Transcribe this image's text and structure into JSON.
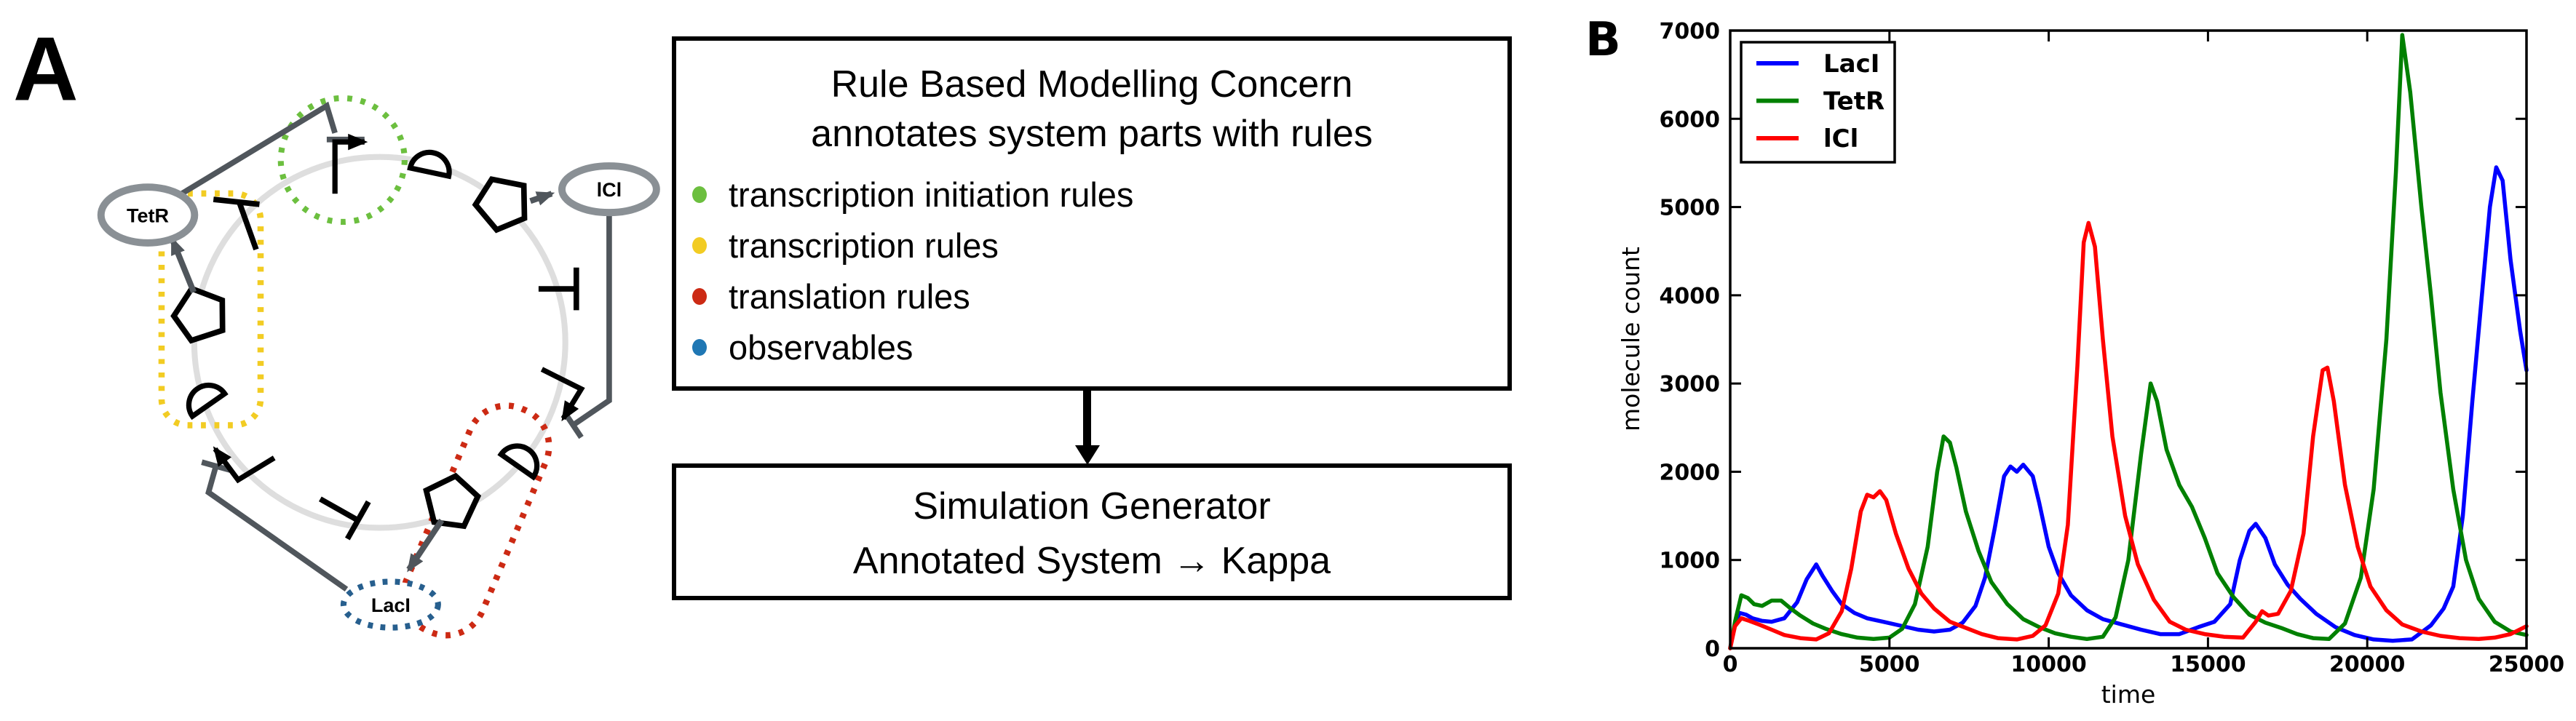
{
  "panelA": {
    "label": "A",
    "nodes": {
      "tetr": "TetR",
      "lcl": "lCl",
      "laci": "LacI"
    },
    "colors": {
      "transcription_initiation": "#6cbf3f",
      "transcription": "#f2cc23",
      "translation": "#cc2a14",
      "observable": "#275f8e"
    }
  },
  "concern_box": {
    "title_line1": "Rule Based Modelling Concern",
    "title_line2": "annotates system parts with rules",
    "bullets": [
      {
        "label": "transcription initiation rules",
        "color": "#6cbf3f"
      },
      {
        "label": "transcription rules",
        "color": "#f2cc23"
      },
      {
        "label": "translation rules",
        "color": "#cc2a14"
      },
      {
        "label": "observables",
        "color": "#1f77b4"
      }
    ]
  },
  "generator_box": {
    "line1": "Simulation Generator",
    "line2": "Annotated System → Kappa"
  },
  "panelB": {
    "label": "B"
  },
  "chart_data": {
    "type": "line",
    "title": "",
    "xlabel": "time",
    "ylabel": "molecule count",
    "xlim": [
      0,
      25000
    ],
    "ylim": [
      0,
      7000
    ],
    "xticks": [
      0,
      5000,
      10000,
      15000,
      20000,
      25000
    ],
    "yticks": [
      0,
      1000,
      2000,
      3000,
      4000,
      5000,
      6000,
      7000
    ],
    "grid": false,
    "legend_position": "upper left",
    "series": [
      {
        "name": "LacI",
        "color": "#0000ff",
        "points": [
          [
            0,
            0
          ],
          [
            150,
            280
          ],
          [
            300,
            400
          ],
          [
            500,
            380
          ],
          [
            700,
            340
          ],
          [
            1000,
            310
          ],
          [
            1300,
            300
          ],
          [
            1700,
            340
          ],
          [
            2100,
            520
          ],
          [
            2400,
            780
          ],
          [
            2700,
            950
          ],
          [
            2900,
            820
          ],
          [
            3200,
            650
          ],
          [
            3500,
            500
          ],
          [
            3900,
            400
          ],
          [
            4300,
            340
          ],
          [
            4800,
            300
          ],
          [
            5300,
            260
          ],
          [
            5900,
            210
          ],
          [
            6400,
            190
          ],
          [
            6900,
            210
          ],
          [
            7300,
            290
          ],
          [
            7700,
            480
          ],
          [
            8000,
            800
          ],
          [
            8300,
            1350
          ],
          [
            8600,
            1950
          ],
          [
            8800,
            2060
          ],
          [
            9000,
            2000
          ],
          [
            9200,
            2080
          ],
          [
            9500,
            1950
          ],
          [
            9700,
            1650
          ],
          [
            10000,
            1150
          ],
          [
            10300,
            850
          ],
          [
            10700,
            600
          ],
          [
            11200,
            430
          ],
          [
            11700,
            330
          ],
          [
            12300,
            270
          ],
          [
            12900,
            210
          ],
          [
            13500,
            160
          ],
          [
            14100,
            160
          ],
          [
            14700,
            240
          ],
          [
            15200,
            300
          ],
          [
            15700,
            500
          ],
          [
            16000,
            1000
          ],
          [
            16300,
            1330
          ],
          [
            16500,
            1410
          ],
          [
            16800,
            1250
          ],
          [
            17100,
            950
          ],
          [
            17500,
            720
          ],
          [
            17900,
            560
          ],
          [
            18400,
            390
          ],
          [
            19000,
            240
          ],
          [
            19600,
            150
          ],
          [
            20200,
            100
          ],
          [
            20800,
            85
          ],
          [
            21400,
            100
          ],
          [
            22000,
            260
          ],
          [
            22400,
            450
          ],
          [
            22700,
            700
          ],
          [
            23000,
            1500
          ],
          [
            23300,
            2800
          ],
          [
            23600,
            4000
          ],
          [
            23850,
            5000
          ],
          [
            24050,
            5450
          ],
          [
            24250,
            5300
          ],
          [
            24500,
            4400
          ],
          [
            24800,
            3600
          ],
          [
            25000,
            3150
          ]
        ]
      },
      {
        "name": "TetR",
        "color": "#008000",
        "points": [
          [
            0,
            0
          ],
          [
            150,
            300
          ],
          [
            350,
            600
          ],
          [
            550,
            570
          ],
          [
            750,
            500
          ],
          [
            1000,
            480
          ],
          [
            1300,
            540
          ],
          [
            1600,
            540
          ],
          [
            1900,
            450
          ],
          [
            2200,
            370
          ],
          [
            2600,
            280
          ],
          [
            3000,
            220
          ],
          [
            3500,
            160
          ],
          [
            4000,
            120
          ],
          [
            4500,
            105
          ],
          [
            5000,
            120
          ],
          [
            5400,
            220
          ],
          [
            5800,
            500
          ],
          [
            6200,
            1150
          ],
          [
            6500,
            2000
          ],
          [
            6700,
            2400
          ],
          [
            6900,
            2330
          ],
          [
            7100,
            2050
          ],
          [
            7400,
            1550
          ],
          [
            7800,
            1100
          ],
          [
            8200,
            750
          ],
          [
            8700,
            500
          ],
          [
            9200,
            330
          ],
          [
            9700,
            240
          ],
          [
            10200,
            170
          ],
          [
            10700,
            130
          ],
          [
            11200,
            105
          ],
          [
            11700,
            130
          ],
          [
            12100,
            350
          ],
          [
            12500,
            1000
          ],
          [
            12900,
            2200
          ],
          [
            13200,
            3000
          ],
          [
            13400,
            2800
          ],
          [
            13700,
            2250
          ],
          [
            14100,
            1850
          ],
          [
            14500,
            1600
          ],
          [
            14900,
            1250
          ],
          [
            15300,
            850
          ],
          [
            15800,
            580
          ],
          [
            16300,
            380
          ],
          [
            16800,
            290
          ],
          [
            17300,
            230
          ],
          [
            17800,
            160
          ],
          [
            18300,
            115
          ],
          [
            18800,
            105
          ],
          [
            19300,
            280
          ],
          [
            19800,
            800
          ],
          [
            20200,
            1800
          ],
          [
            20600,
            3500
          ],
          [
            20900,
            5400
          ],
          [
            21100,
            6950
          ],
          [
            21350,
            6300
          ],
          [
            21700,
            5000
          ],
          [
            22000,
            4000
          ],
          [
            22300,
            2900
          ],
          [
            22700,
            1800
          ],
          [
            23100,
            1000
          ],
          [
            23500,
            560
          ],
          [
            24000,
            300
          ],
          [
            24500,
            190
          ],
          [
            25000,
            150
          ]
        ]
      },
      {
        "name": "lCl",
        "color": "#ff0000",
        "points": [
          [
            0,
            0
          ],
          [
            150,
            250
          ],
          [
            350,
            340
          ],
          [
            600,
            310
          ],
          [
            900,
            270
          ],
          [
            1300,
            210
          ],
          [
            1700,
            150
          ],
          [
            2200,
            115
          ],
          [
            2700,
            100
          ],
          [
            3100,
            170
          ],
          [
            3500,
            420
          ],
          [
            3800,
            900
          ],
          [
            4100,
            1550
          ],
          [
            4300,
            1740
          ],
          [
            4500,
            1710
          ],
          [
            4700,
            1780
          ],
          [
            4900,
            1680
          ],
          [
            5200,
            1300
          ],
          [
            5600,
            900
          ],
          [
            6000,
            620
          ],
          [
            6400,
            450
          ],
          [
            6900,
            300
          ],
          [
            7400,
            230
          ],
          [
            7900,
            160
          ],
          [
            8400,
            115
          ],
          [
            9000,
            100
          ],
          [
            9500,
            140
          ],
          [
            9900,
            260
          ],
          [
            10300,
            620
          ],
          [
            10600,
            1400
          ],
          [
            10900,
            3200
          ],
          [
            11100,
            4600
          ],
          [
            11250,
            4820
          ],
          [
            11450,
            4550
          ],
          [
            11700,
            3500
          ],
          [
            12000,
            2400
          ],
          [
            12400,
            1500
          ],
          [
            12800,
            950
          ],
          [
            13300,
            550
          ],
          [
            13800,
            300
          ],
          [
            14300,
            210
          ],
          [
            14900,
            160
          ],
          [
            15500,
            130
          ],
          [
            16100,
            120
          ],
          [
            16500,
            300
          ],
          [
            16700,
            420
          ],
          [
            16900,
            370
          ],
          [
            17200,
            390
          ],
          [
            17600,
            650
          ],
          [
            18000,
            1300
          ],
          [
            18300,
            2400
          ],
          [
            18600,
            3150
          ],
          [
            18750,
            3180
          ],
          [
            18950,
            2800
          ],
          [
            19300,
            1850
          ],
          [
            19700,
            1150
          ],
          [
            20100,
            700
          ],
          [
            20600,
            430
          ],
          [
            21100,
            270
          ],
          [
            21700,
            190
          ],
          [
            22300,
            140
          ],
          [
            22900,
            115
          ],
          [
            23500,
            105
          ],
          [
            24000,
            120
          ],
          [
            24500,
            160
          ],
          [
            25000,
            250
          ]
        ]
      }
    ]
  }
}
